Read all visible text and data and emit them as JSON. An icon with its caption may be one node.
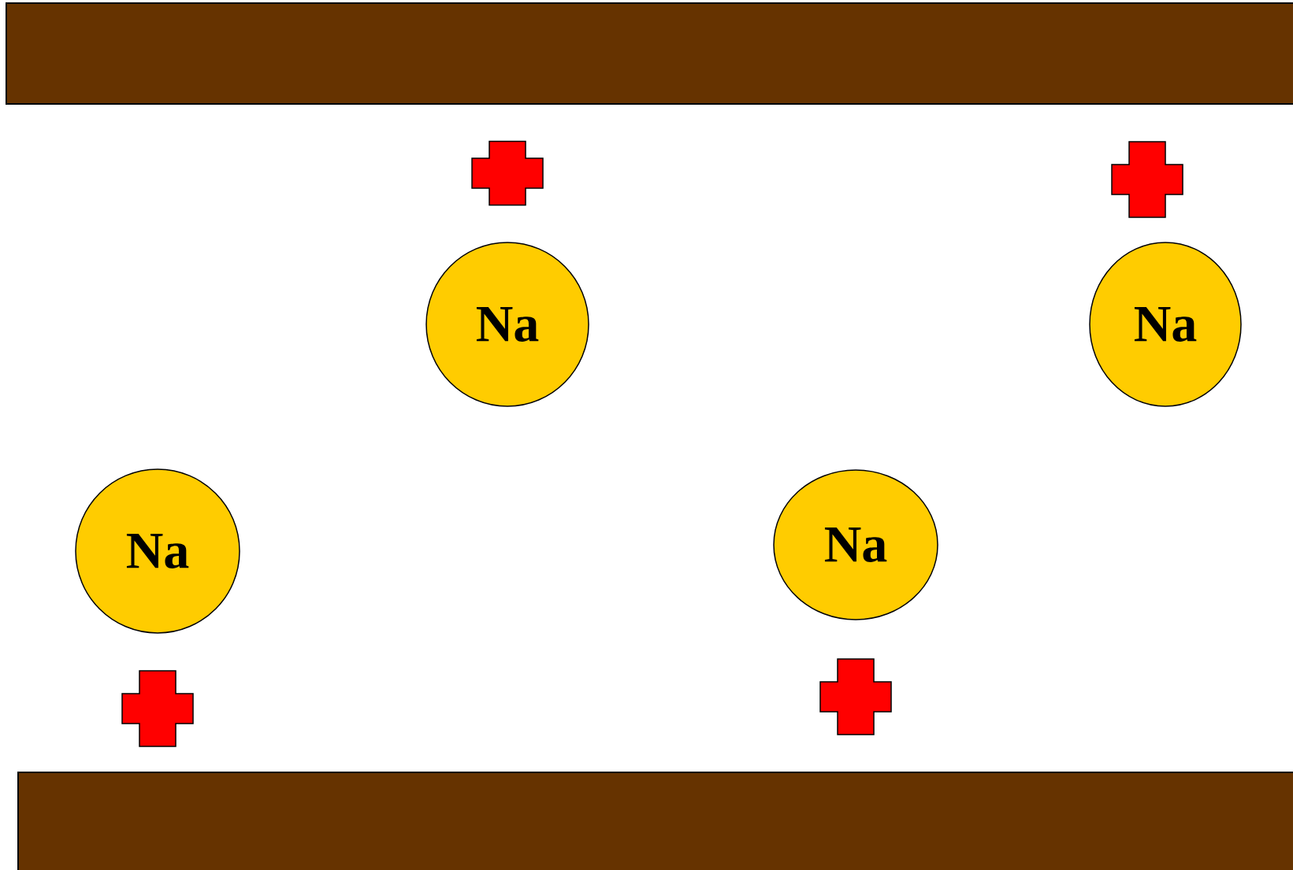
{
  "diagram": {
    "nodes": [
      {
        "text": [
          "Na"
        ]
      },
      {
        "text": [
          "Na"
        ]
      },
      {
        "text": [
          "Na"
        ]
      },
      {
        "text": [
          "Na"
        ]
      },
      {
        "text": [],
        "shape": "cross"
      },
      {
        "text": [],
        "shape": "cross"
      },
      {
        "text": [],
        "shape": "cross"
      },
      {
        "text": [],
        "shape": "cross"
      }
    ]
  }
}
